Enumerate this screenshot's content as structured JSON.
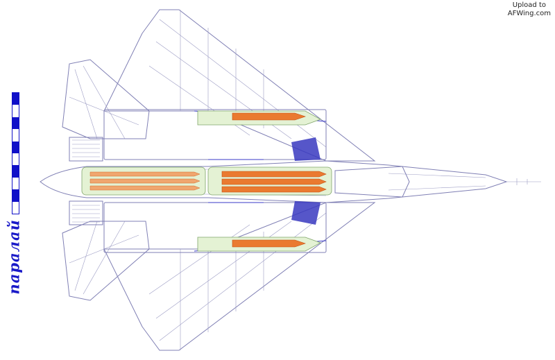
{
  "watermark": {
    "line1": "Upload to",
    "line2": "AFWing.com"
  },
  "side_label": "паралай",
  "colors": {
    "outline": "#7f7fb4",
    "weapons_bay": "#e4f2d4",
    "missile": "#ea7a30",
    "scale_blue": "#1010c8",
    "label_blue": "#1a1ac8"
  },
  "scale_bar": {
    "segments": 10
  }
}
